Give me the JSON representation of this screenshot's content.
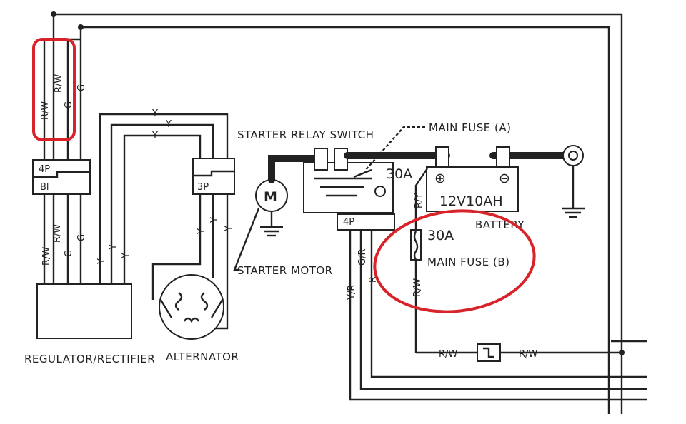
{
  "components": {
    "starter_relay_switch": "STARTER RELAY SWITCH",
    "main_fuse_a": "MAIN FUSE (A)",
    "main_fuse_b": "MAIN FUSE (B)",
    "starter_motor": "STARTER MOTOR",
    "regulator_rectifier": "REGULATOR/RECTIFIER",
    "alternator": "ALTERNATOR",
    "battery": "BATTERY",
    "battery_rating": "12V10AH",
    "fuse_a_rating": "30A",
    "fuse_b_rating": "30A",
    "motor_symbol": "M",
    "battery_plus": "⊕",
    "battery_minus": "⊖"
  },
  "connectors": {
    "reg_connector_pins": "4P",
    "reg_connector_color": "Bl",
    "alt_connector_pins": "3P",
    "relay_connector_pins": "4P"
  },
  "wire_colors": {
    "r_w": "R/W",
    "g": "G",
    "y": "Y",
    "r_y": "R/Y",
    "y_r": "Y/R",
    "g_r": "G/R",
    "r": "R"
  },
  "highlights": {
    "rect_color": "#d8232a",
    "ellipse_color": "#d8232a"
  }
}
